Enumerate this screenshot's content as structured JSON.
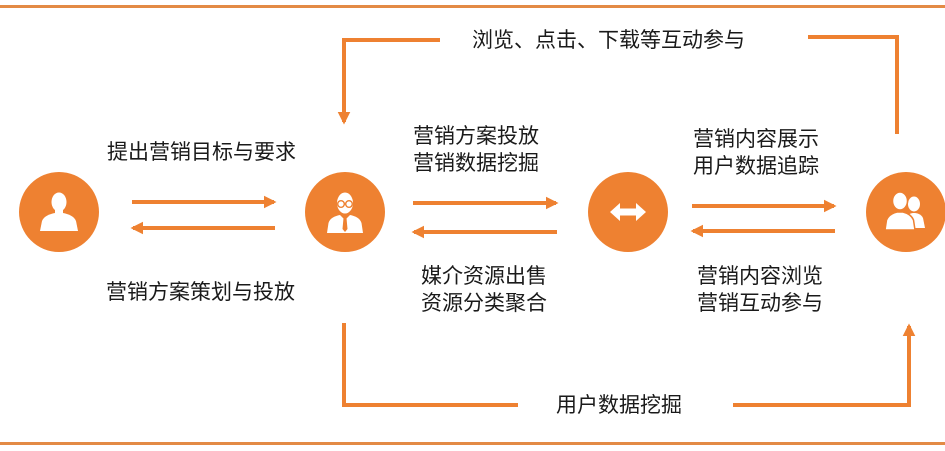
{
  "colors": {
    "accent": "#EE8131",
    "rule": "#E38A45",
    "text": "#1a1a1a",
    "icon_fill": "#ffffff",
    "background": "#ffffff"
  },
  "nodes": [
    {
      "id": "client",
      "icon": "person-icon",
      "role": "advertiser"
    },
    {
      "id": "agency",
      "icon": "person-with-glasses-tie-icon",
      "role": "marketing agency"
    },
    {
      "id": "exchange",
      "icon": "left-right-arrow-icon",
      "role": "exchange platform"
    },
    {
      "id": "users",
      "icon": "user-group-icon",
      "role": "audience"
    }
  ],
  "labels": {
    "top_loop": "浏览、点击、下载等互动参与",
    "client_to_agency": "提出营销目标与要求",
    "agency_to_client": "营销方案策划与投放",
    "agency_to_exchange": [
      "营销方案投放",
      "营销数据挖掘"
    ],
    "exchange_to_agency": [
      "媒介资源出售",
      "资源分类聚合"
    ],
    "exchange_to_users": [
      "营销内容展示",
      "用户数据追踪"
    ],
    "users_to_exchange": [
      "营销内容浏览",
      "营销互动参与"
    ],
    "bottom_loop": "用户数据挖掘"
  }
}
